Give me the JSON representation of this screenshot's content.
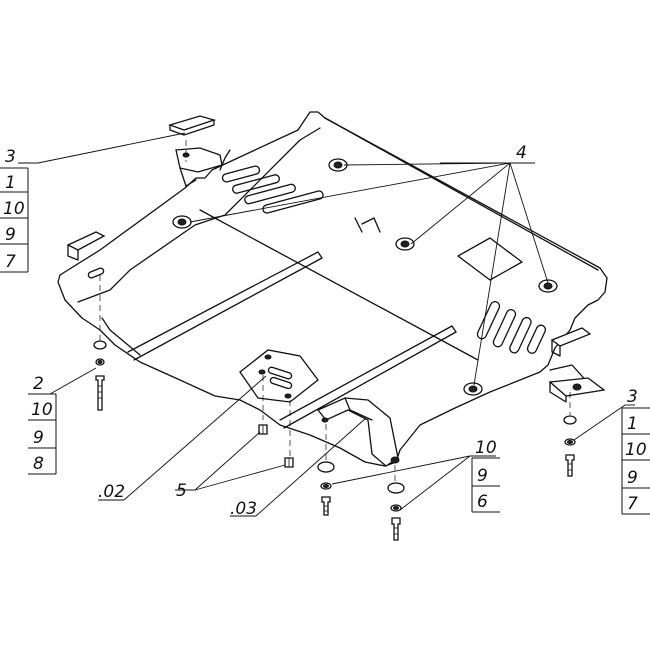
{
  "callouts": {
    "top_left": [
      "3",
      "1",
      "10",
      "9",
      "7"
    ],
    "left_mid": [
      "2",
      "10",
      "9",
      "8"
    ],
    "right": [
      "3",
      "1",
      "10",
      "9",
      "7"
    ],
    "bottom_center": [
      "10",
      "9",
      "6"
    ],
    "label_4": "4",
    "label_5": "5",
    "label_02": ".02",
    "label_03": ".03"
  },
  "colors": {
    "ink": "#111111",
    "background": "#ffffff"
  }
}
